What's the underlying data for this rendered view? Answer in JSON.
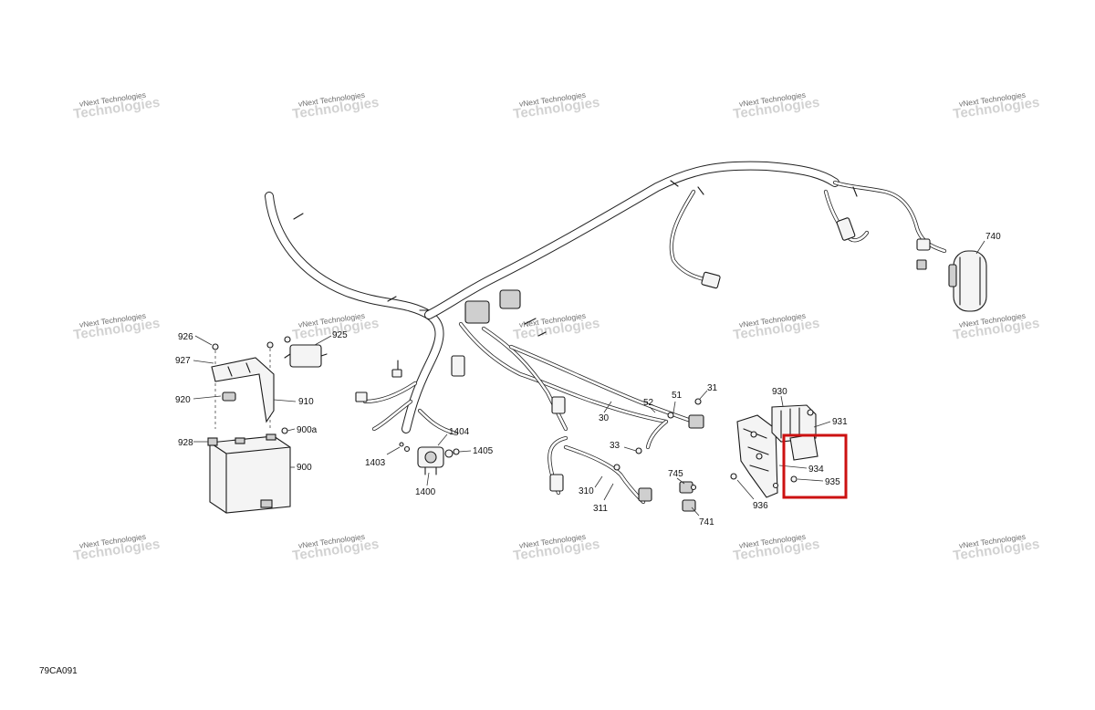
{
  "figure_id": "79CA091",
  "watermark": {
    "line1": "vNext Technologies",
    "line2": "Technologies"
  },
  "callouts": {
    "c740": "740",
    "c925": "925",
    "c926": "926",
    "c927": "927",
    "c920": "920",
    "c910": "910",
    "c928": "928",
    "c900": "900",
    "c900a": "900a",
    "c1403": "1403",
    "c1404": "1404",
    "c1405": "1405",
    "c1400": "1400",
    "c30": "30",
    "c52": "52",
    "c51": "51",
    "c31": "31",
    "c33": "33",
    "c310": "310",
    "c311": "311",
    "c745": "745",
    "c741": "741",
    "c930": "930",
    "c931": "931",
    "c934": "934",
    "c935": "935",
    "c936": "936"
  },
  "highlight_color": "#cc1111"
}
